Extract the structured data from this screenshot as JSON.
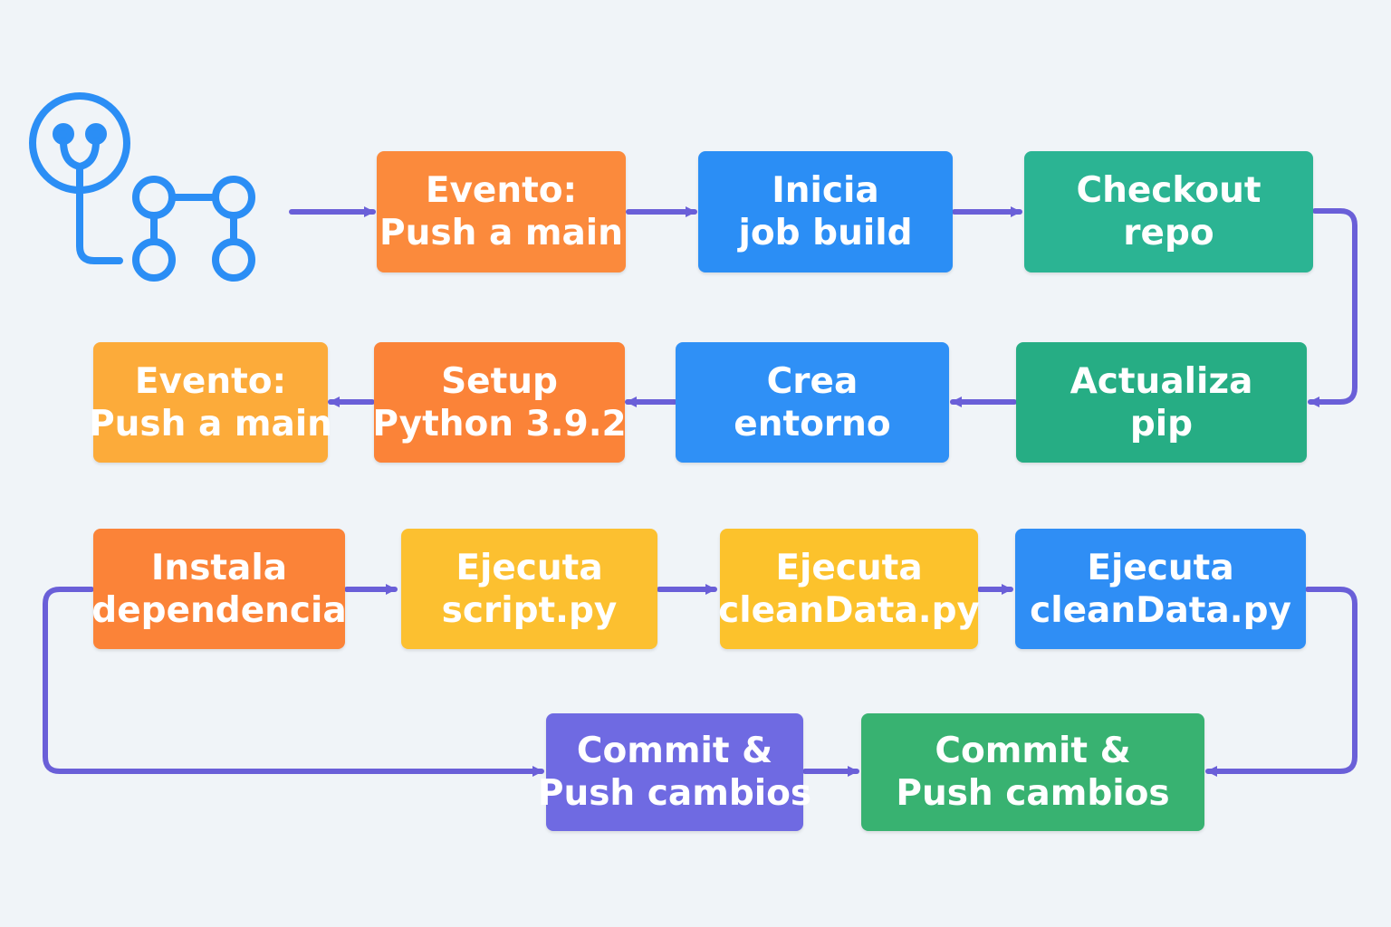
{
  "diagram": {
    "logo_icon": "git-branch-icon",
    "arrow_color": "#6a5fd8",
    "nodes": [
      {
        "id": "evento-push-1",
        "lines": [
          "Evento:",
          "Push a main"
        ],
        "color": "#fb8a3c"
      },
      {
        "id": "inicia-job-build",
        "lines": [
          "Inicia",
          "job build"
        ],
        "color": "#2b8ef5"
      },
      {
        "id": "checkout-repo",
        "lines": [
          "Checkout",
          "repo"
        ],
        "color": "#2bb493"
      },
      {
        "id": "actualiza-pip",
        "lines": [
          "Actualiza",
          "pip"
        ],
        "color": "#26ad84"
      },
      {
        "id": "crea-entorno",
        "lines": [
          "Crea",
          "entorno"
        ],
        "color": "#2f90f6"
      },
      {
        "id": "setup-python",
        "lines": [
          "Setup",
          "Python 3.9.2"
        ],
        "color": "#fb8338"
      },
      {
        "id": "evento-push-2",
        "lines": [
          "Evento:",
          "Push a main"
        ],
        "color": "#fcab3a"
      },
      {
        "id": "instala-dependencia",
        "lines": [
          "Instala",
          "dependencia"
        ],
        "color": "#fb8338"
      },
      {
        "id": "ejecuta-script",
        "lines": [
          "Ejecuta",
          "script.py"
        ],
        "color": "#fcc030"
      },
      {
        "id": "ejecuta-cleandata-1",
        "lines": [
          "Ejecuta",
          "cleanData.py"
        ],
        "color": "#fcc22c"
      },
      {
        "id": "ejecuta-cleandata-2",
        "lines": [
          "Ejecuta",
          "cleanData.py"
        ],
        "color": "#2f8ef5"
      },
      {
        "id": "commit-push-1",
        "lines": [
          "Commit &",
          "Push cambios"
        ],
        "color": "#6f6ae2"
      },
      {
        "id": "commit-push-2",
        "lines": [
          "Commit &",
          "Push cambios"
        ],
        "color": "#38b271"
      }
    ]
  }
}
